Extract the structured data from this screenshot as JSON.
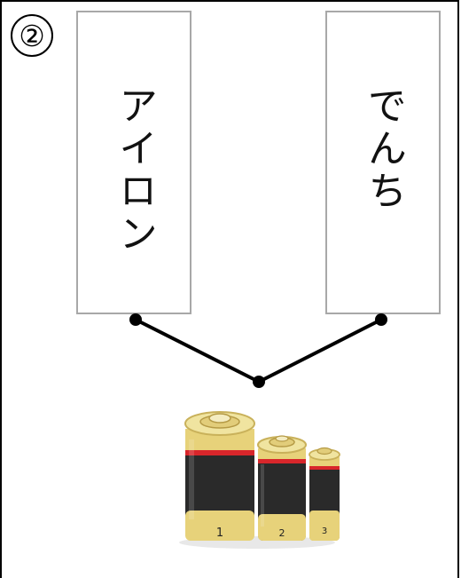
{
  "question": {
    "number": "②"
  },
  "cards": [
    {
      "label": "アイロン"
    },
    {
      "label": "でんち"
    }
  ],
  "battery_labels": [
    "1",
    "2",
    "3"
  ],
  "colors": {
    "card_border": "#a8a8a8",
    "line": "#000000",
    "battery_body": "#222222",
    "battery_cap": "#e7d27a",
    "battery_stripe": "#d8262b"
  }
}
